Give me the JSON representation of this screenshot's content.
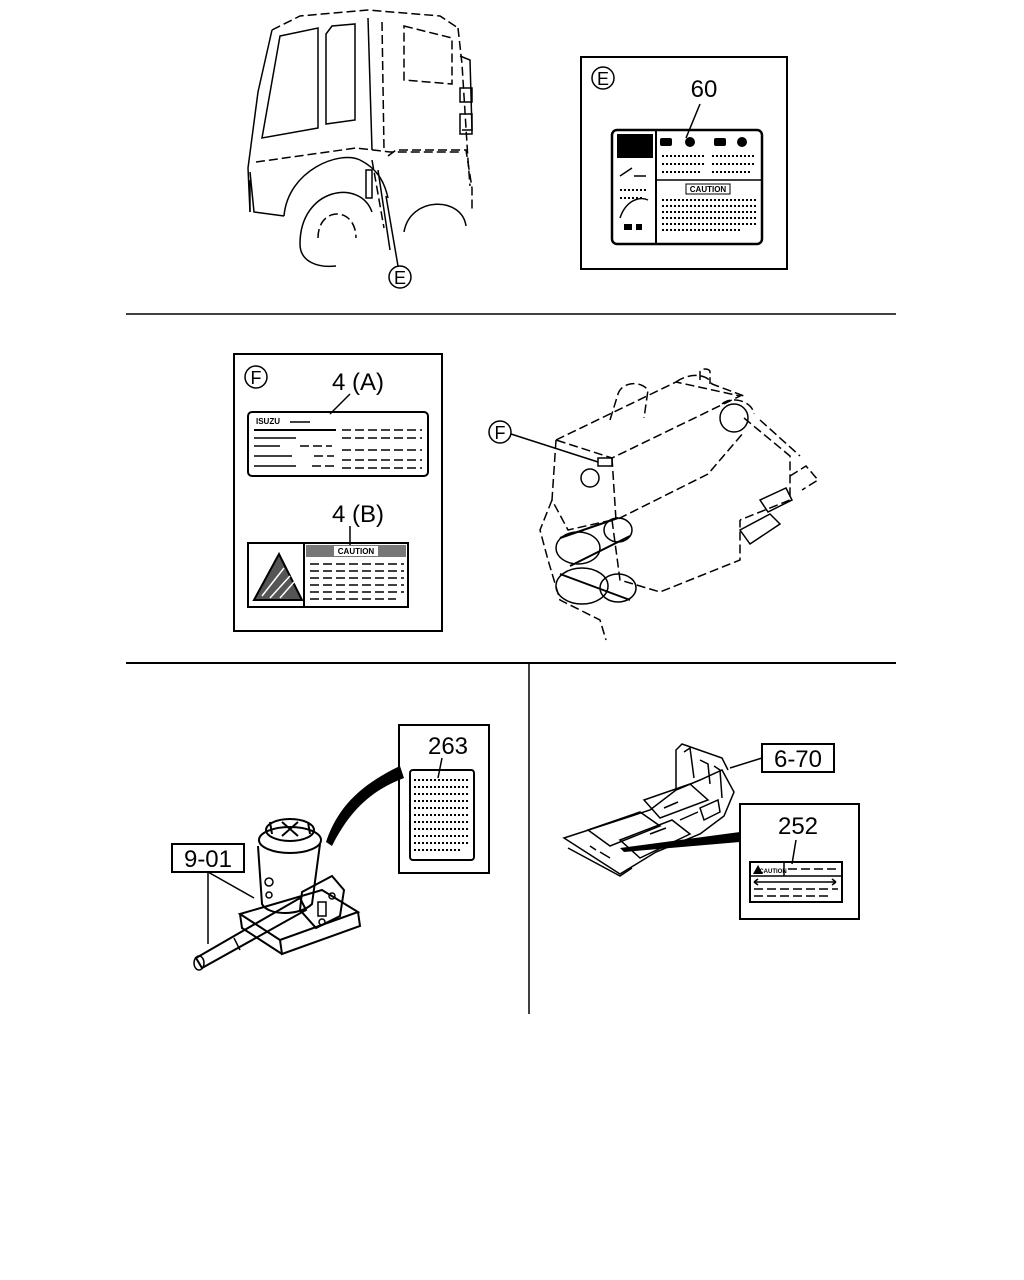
{
  "callouts": {
    "cab_view": "E",
    "detail_e": "E",
    "detail_f": "F",
    "engine_view": "F"
  },
  "parts": {
    "label_60": "60",
    "label_4a": "4 (A)",
    "label_4b": "4 (B)",
    "label_263": "263",
    "label_9_01": "9-01",
    "label_6_70": "6-70",
    "label_252": "252"
  },
  "decal_text": {
    "isuzu": "ISUZU",
    "caution": "CAUTION"
  }
}
